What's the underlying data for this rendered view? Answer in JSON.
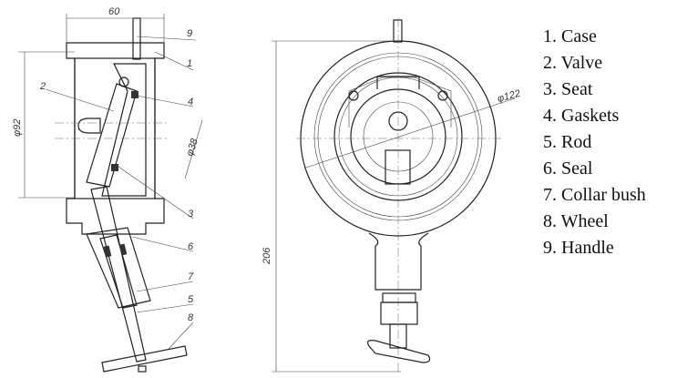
{
  "dimensions": {
    "width_60": "60",
    "dia_92": "φ92",
    "dia_38": "φ38",
    "dia_122": "φ122",
    "height_206": "206"
  },
  "callouts": [
    "9",
    "1",
    "2",
    "4",
    "3",
    "6",
    "7",
    "5",
    "8"
  ],
  "legend": [
    "1. Case",
    "2. Valve",
    "3. Seat",
    "4. Gaskets",
    "5. Rod",
    "6. Seal",
    "7. Collar bush",
    "8. Wheel",
    "9. Handle"
  ]
}
